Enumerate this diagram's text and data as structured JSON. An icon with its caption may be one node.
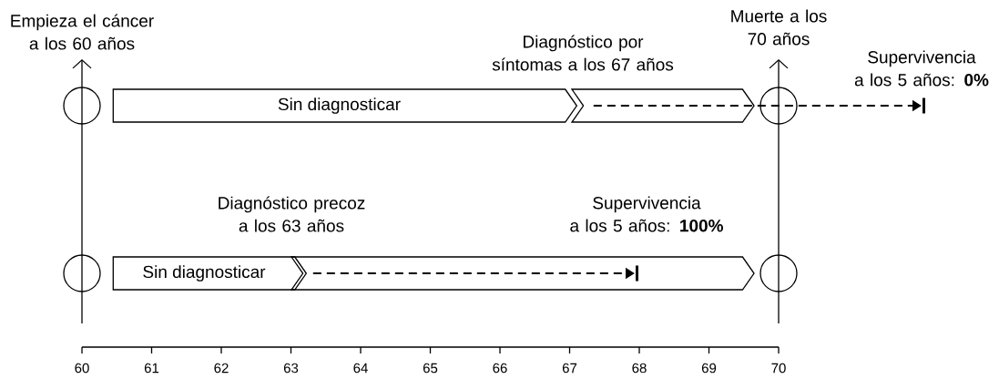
{
  "diagram": {
    "nodes": [
      {
        "text": [],
        "shape": "circle"
      },
      {
        "text": [
          "Sin diagnosticar"
        ]
      },
      {
        "text": [],
        "shape": "chevron",
        "beside": [
          "Diagnóstico por síntomas a los 67 años"
        ]
      },
      {
        "text": [],
        "shape": "circle"
      },
      {
        "text": [],
        "shape": "circle"
      },
      {
        "text": [
          "Sin diagnosticar"
        ]
      },
      {
        "text": [],
        "shape": "chevron",
        "beside": [
          "Diagnóstico precoz a los 63 años"
        ]
      },
      {
        "text": [],
        "shape": "circle"
      }
    ],
    "edges": [
      {
        "from": 2,
        "to": null,
        "arrow": "to",
        "style": "dashed"
      },
      {
        "from": 6,
        "to": null,
        "arrow": "to",
        "style": "dashed"
      }
    ],
    "labels": [
      "Empieza el cáncer a los 60 años",
      "Muerte a los 70 años",
      "Supervivencia a los 5 años: **0%**",
      "Supervivencia a los 5 años: **100%**",
      "60",
      "61",
      "62",
      "63",
      "64",
      "65",
      "66",
      "67",
      "68",
      "69",
      "70"
    ]
  }
}
